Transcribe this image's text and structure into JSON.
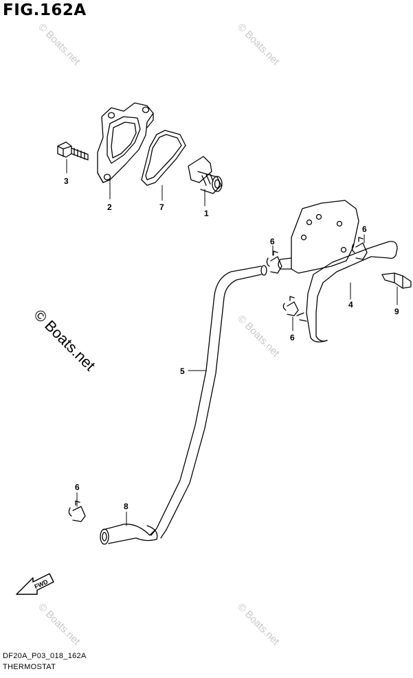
{
  "figure": {
    "title": "FIG.162A",
    "code": "DF20A_P03_018_162A",
    "subtitle": "THERMOSTAT"
  },
  "watermark": {
    "text": "© Boats.net"
  },
  "direction_arrow": {
    "label": "FWD"
  },
  "callouts": {
    "thermostat": "1",
    "thermostat_cover": "2",
    "bolt": "3",
    "hose_right": "4",
    "hose_long": "5",
    "clip_upper_left": "6",
    "clip_upper_right": "6",
    "clip_middle": "6",
    "clip_lower": "6",
    "gasket": "7",
    "hose_elbow": "8",
    "clamp": "9"
  },
  "colors": {
    "line": "#000000",
    "watermark": "#c8c8c8",
    "background": "#ffffff"
  }
}
